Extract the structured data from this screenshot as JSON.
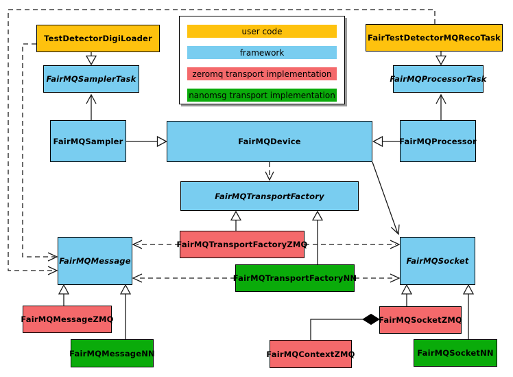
{
  "legend": {
    "items": [
      {
        "label": "user code",
        "category": "user-code",
        "color": "#FEC20E"
      },
      {
        "label": "framework",
        "category": "framework",
        "color": "#79CDF0"
      },
      {
        "label": "zeromq transport implementation",
        "category": "zeromq",
        "color": "#F4696B"
      },
      {
        "label": "nanomsg transport implementation",
        "category": "nanomsg",
        "color": "#0AAB0A"
      }
    ]
  },
  "nodes": {
    "digiLoader": {
      "label": "TestDetectorDigiLoader",
      "category": "user-code",
      "abstract": false
    },
    "recoTask": {
      "label": "FairTestDetectorMQRecoTask",
      "category": "user-code",
      "abstract": false
    },
    "samplerTask": {
      "label": "FairMQSamplerTask",
      "category": "framework",
      "abstract": true
    },
    "processorTask": {
      "label": "FairMQProcessorTask",
      "category": "framework",
      "abstract": true
    },
    "sampler": {
      "label": "FairMQSampler",
      "category": "framework",
      "abstract": false
    },
    "processor": {
      "label": "FairMQProcessor",
      "category": "framework",
      "abstract": false
    },
    "device": {
      "label": "FairMQDevice",
      "category": "framework",
      "abstract": false
    },
    "transportFactory": {
      "label": "FairMQTransportFactory",
      "category": "framework",
      "abstract": true
    },
    "transportFactoryZmq": {
      "label": "FairMQTransportFactoryZMQ",
      "category": "zeromq",
      "abstract": false
    },
    "transportFactoryNn": {
      "label": "FairMQTransportFactoryNN",
      "category": "nanomsg",
      "abstract": false
    },
    "message": {
      "label": "FairMQMessage",
      "category": "framework",
      "abstract": true
    },
    "socket": {
      "label": "FairMQSocket",
      "category": "framework",
      "abstract": true
    },
    "messageZmq": {
      "label": "FairMQMessageZMQ",
      "category": "zeromq",
      "abstract": false
    },
    "messageNn": {
      "label": "FairMQMessageNN",
      "category": "nanomsg",
      "abstract": false
    },
    "socketZmq": {
      "label": "FairMQSocketZMQ",
      "category": "zeromq",
      "abstract": false
    },
    "socketNn": {
      "label": "FairMQSocketNN",
      "category": "nanomsg",
      "abstract": false
    },
    "contextZmq": {
      "label": "FairMQContextZMQ",
      "category": "zeromq",
      "abstract": false
    }
  },
  "edges": [
    {
      "from": "TestDetectorDigiLoader",
      "to": "FairMQSamplerTask",
      "type": "inheritance"
    },
    {
      "from": "FairTestDetectorMQRecoTask",
      "to": "FairMQProcessorTask",
      "type": "inheritance"
    },
    {
      "from": "FairMQSampler",
      "to": "FairMQSamplerTask",
      "type": "association"
    },
    {
      "from": "FairMQProcessor",
      "to": "FairMQProcessorTask",
      "type": "association"
    },
    {
      "from": "FairMQSampler",
      "to": "FairMQDevice",
      "type": "inheritance"
    },
    {
      "from": "FairMQProcessor",
      "to": "FairMQDevice",
      "type": "inheritance"
    },
    {
      "from": "FairMQDevice",
      "to": "FairMQTransportFactory",
      "type": "dashed-dependency"
    },
    {
      "from": "FairMQDevice",
      "to": "FairMQSocket",
      "type": "association"
    },
    {
      "from": "FairMQTransportFactoryZMQ",
      "to": "FairMQTransportFactory",
      "type": "inheritance"
    },
    {
      "from": "FairMQTransportFactoryNN",
      "to": "FairMQTransportFactory",
      "type": "inheritance"
    },
    {
      "from": "FairMQTransportFactoryZMQ",
      "to": "FairMQMessage",
      "type": "dashed-dependency"
    },
    {
      "from": "FairMQTransportFactoryZMQ",
      "to": "FairMQSocket",
      "type": "dashed-dependency"
    },
    {
      "from": "FairMQTransportFactoryNN",
      "to": "FairMQMessage",
      "type": "dashed-dependency"
    },
    {
      "from": "FairMQTransportFactoryNN",
      "to": "FairMQSocket",
      "type": "dashed-dependency"
    },
    {
      "from": "TestDetectorDigiLoader",
      "to": "FairMQMessage",
      "type": "dashed-dependency"
    },
    {
      "from": "FairTestDetectorMQRecoTask",
      "to": "FairMQMessage",
      "type": "dashed-dependency"
    },
    {
      "from": "FairMQMessageZMQ",
      "to": "FairMQMessage",
      "type": "inheritance"
    },
    {
      "from": "FairMQMessageNN",
      "to": "FairMQMessage",
      "type": "inheritance"
    },
    {
      "from": "FairMQSocketZMQ",
      "to": "FairMQSocket",
      "type": "inheritance"
    },
    {
      "from": "FairMQSocketNN",
      "to": "FairMQSocket",
      "type": "inheritance"
    },
    {
      "from": "FairMQContextZMQ",
      "to": "FairMQSocketZMQ",
      "type": "composition"
    }
  ]
}
